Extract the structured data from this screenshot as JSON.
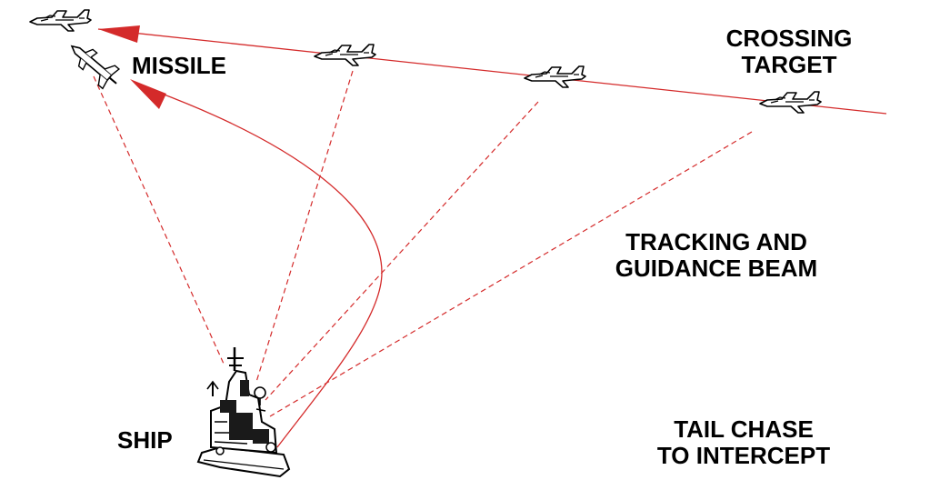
{
  "labels": {
    "missile": "MISSILE",
    "crossing_target": [
      "CROSSING",
      "TARGET"
    ],
    "tracking_beam": [
      "TRACKING AND",
      "GUIDANCE BEAM"
    ],
    "ship": "SHIP",
    "tail_chase": [
      "TAIL CHASE",
      "TO INTERCEPT"
    ]
  },
  "colors": {
    "path": "#d42a2a",
    "ink": "#000000",
    "background": "#ffffff"
  },
  "icons": {
    "aircraft": "jet-fighter-icon",
    "missile": "missile-icon",
    "ship": "warship-icon"
  }
}
